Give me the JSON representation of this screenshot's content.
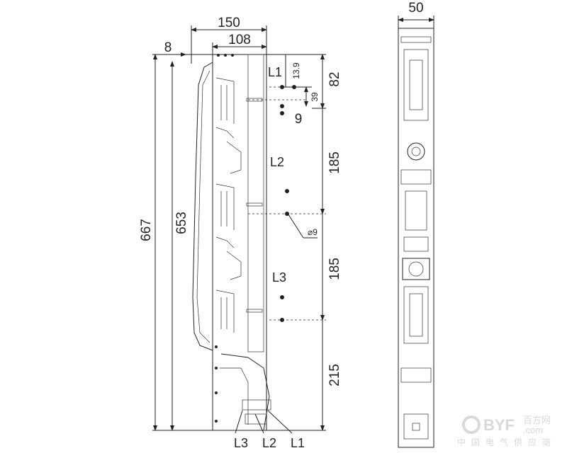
{
  "drawing": {
    "dimensions": {
      "width_overall": "150",
      "width_body": "108",
      "offset_left": "8",
      "height_overall": "667",
      "height_body": "653",
      "l1_offset": "13.9",
      "top_section": "82",
      "l1_spacing": "39",
      "l1_gap": "9",
      "l2_section": "185",
      "l3_section": "185",
      "bottom_section": "215",
      "hole_diameter": "⌀9",
      "front_width": "50"
    },
    "phase_labels": {
      "l1": "L1",
      "l2": "L2",
      "l3": "L3"
    },
    "bottom_labels": {
      "l3": "L3",
      "l2": "L2",
      "l1": "L1"
    }
  },
  "watermark": {
    "brand": "BYF",
    "cn_name": "百方网",
    "domain": ".com",
    "tagline": "中国电气供应商"
  }
}
